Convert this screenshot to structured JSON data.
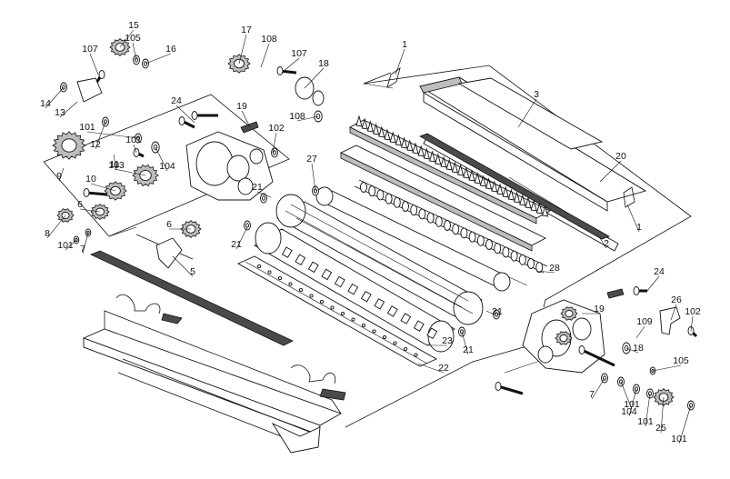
{
  "diagram": {
    "callouts": [
      "1",
      "1",
      "2",
      "3",
      "20",
      "28",
      "21",
      "21",
      "21",
      "21",
      "27",
      "22",
      "23",
      "5",
      "6",
      "6",
      "8",
      "101",
      "7",
      "9",
      "10",
      "11",
      "12",
      "101",
      "103",
      "104",
      "101",
      "14",
      "13",
      "107",
      "105",
      "15",
      "16",
      "17",
      "108",
      "107",
      "18",
      "108",
      "24",
      "19",
      "102",
      "19",
      "18",
      "24",
      "26",
      "102",
      "109",
      "105",
      "101",
      "104",
      "101",
      "25",
      "101",
      "7"
    ]
  }
}
